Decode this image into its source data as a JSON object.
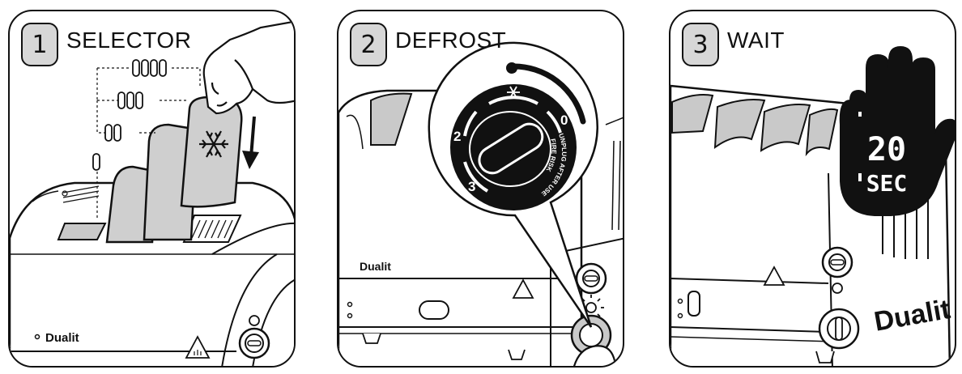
{
  "steps": [
    {
      "number": "1",
      "title": "SELECTOR"
    },
    {
      "number": "2",
      "title": "DEFROST"
    },
    {
      "number": "3",
      "title": "WAIT"
    }
  ],
  "brand": "Dualit",
  "dial": {
    "mark_0": "0",
    "mark_2": "2",
    "mark_3": "3",
    "warning_line_1": "UNPLUG AFTER USE",
    "warning_line_2": "FIRE RISK",
    "defrost_icon": "snowflake-icon"
  },
  "timer": {
    "value": "20",
    "unit": "SEC"
  },
  "icons": [
    "snowflake-icon",
    "down-arrow-icon",
    "hand-icon",
    "heat-warning-icon",
    "indicator-light-icon"
  ],
  "colors": {
    "ink": "#111111",
    "slot_fill": "#c9c9c9",
    "badge_fill": "#d7d7d7",
    "bread_fill": "#cfcfcf"
  }
}
